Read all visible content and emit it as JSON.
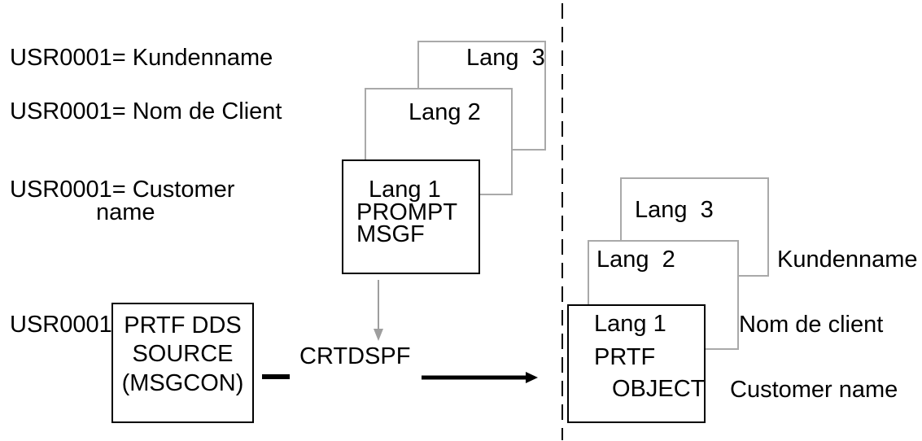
{
  "left_annotations": {
    "german": "USR0001= Kundenname",
    "french": "USR0001= Nom de Client",
    "english_line1": "USR0001= Customer",
    "english_line2": "name",
    "source_id": "USR0001"
  },
  "msgf_stack": {
    "lang3": "Lang  3",
    "lang2": "Lang 2",
    "lang1": [
      "Lang 1",
      "PROMPT",
      "MSGF"
    ]
  },
  "command_label": "CRTDSPF",
  "source_box": {
    "lines": [
      "PRTF DDS",
      "SOURCE",
      "(MSGCON)"
    ]
  },
  "object_stack": {
    "lang3": "Lang  3",
    "lang2": "Lang  2",
    "lang1": [
      "Lang 1",
      "PRTF",
      "OBJECT"
    ]
  },
  "object_annotations": {
    "german": "Kundenname",
    "french": "Nom de client",
    "english": "Customer name"
  },
  "colors": {
    "gray_border": "#a9a9a9",
    "gray_arrow": "#9e9e9e",
    "black": "#000000",
    "background": "#ffffff"
  }
}
